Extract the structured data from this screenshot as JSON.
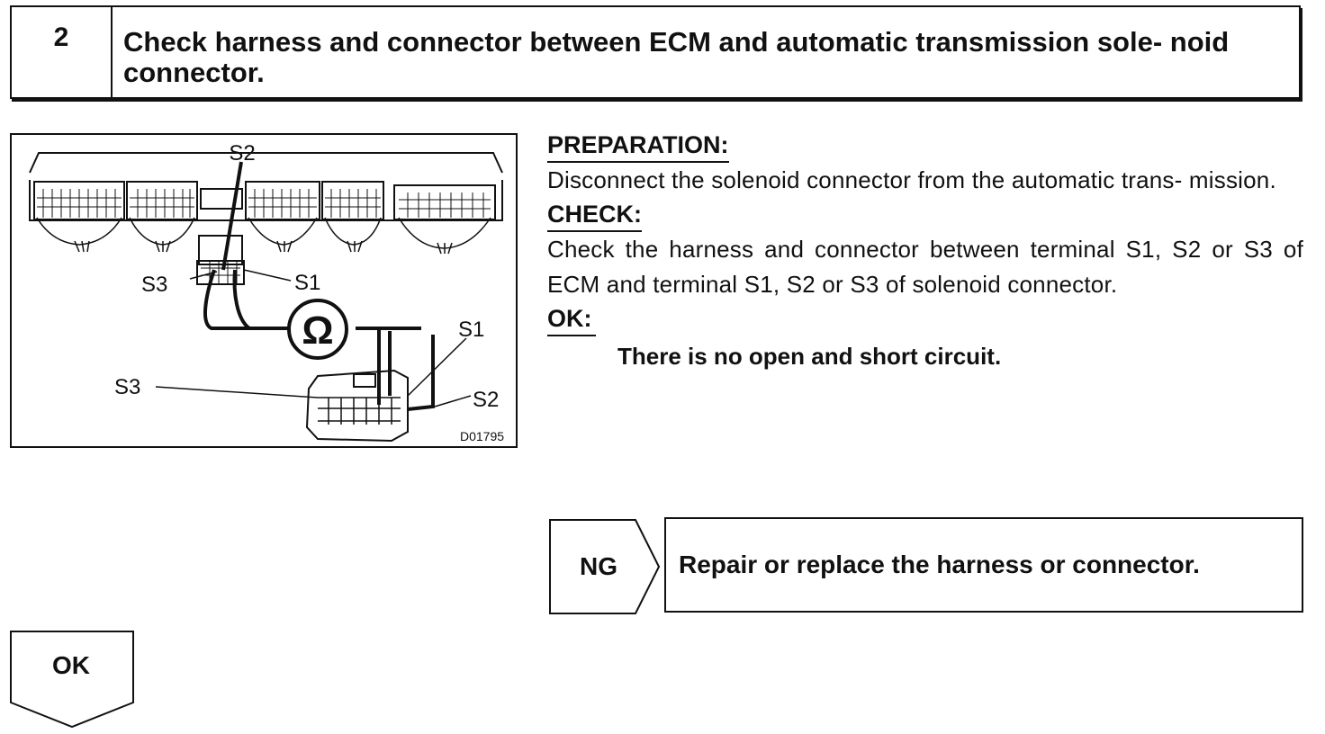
{
  "step": {
    "number": "2",
    "title": "Check harness and connector between ECM and automatic transmission sole- noid connector."
  },
  "figure": {
    "labels": {
      "s2_top": "S2",
      "s3_left": "S3",
      "s1_mid": "S1",
      "s1_right": "S1",
      "s3_lower": "S3",
      "s2_right": "S2",
      "ohm": "Ω",
      "figure_id": "D01795"
    }
  },
  "preparation": {
    "heading": "PREPARATION:",
    "text": "Disconnect the solenoid connector from the automatic trans- mission."
  },
  "check": {
    "heading": "CHECK:",
    "text": "Check the harness and connector between terminal S1, S2 or S3 of ECM and terminal S1, S2 or S3 of solenoid connector."
  },
  "ok": {
    "heading": "OK:",
    "result": "There is no open and short circuit."
  },
  "ng_branch": {
    "label": "NG",
    "action": "Repair or replace the harness or connector."
  },
  "ok_branch": {
    "label": "OK"
  }
}
